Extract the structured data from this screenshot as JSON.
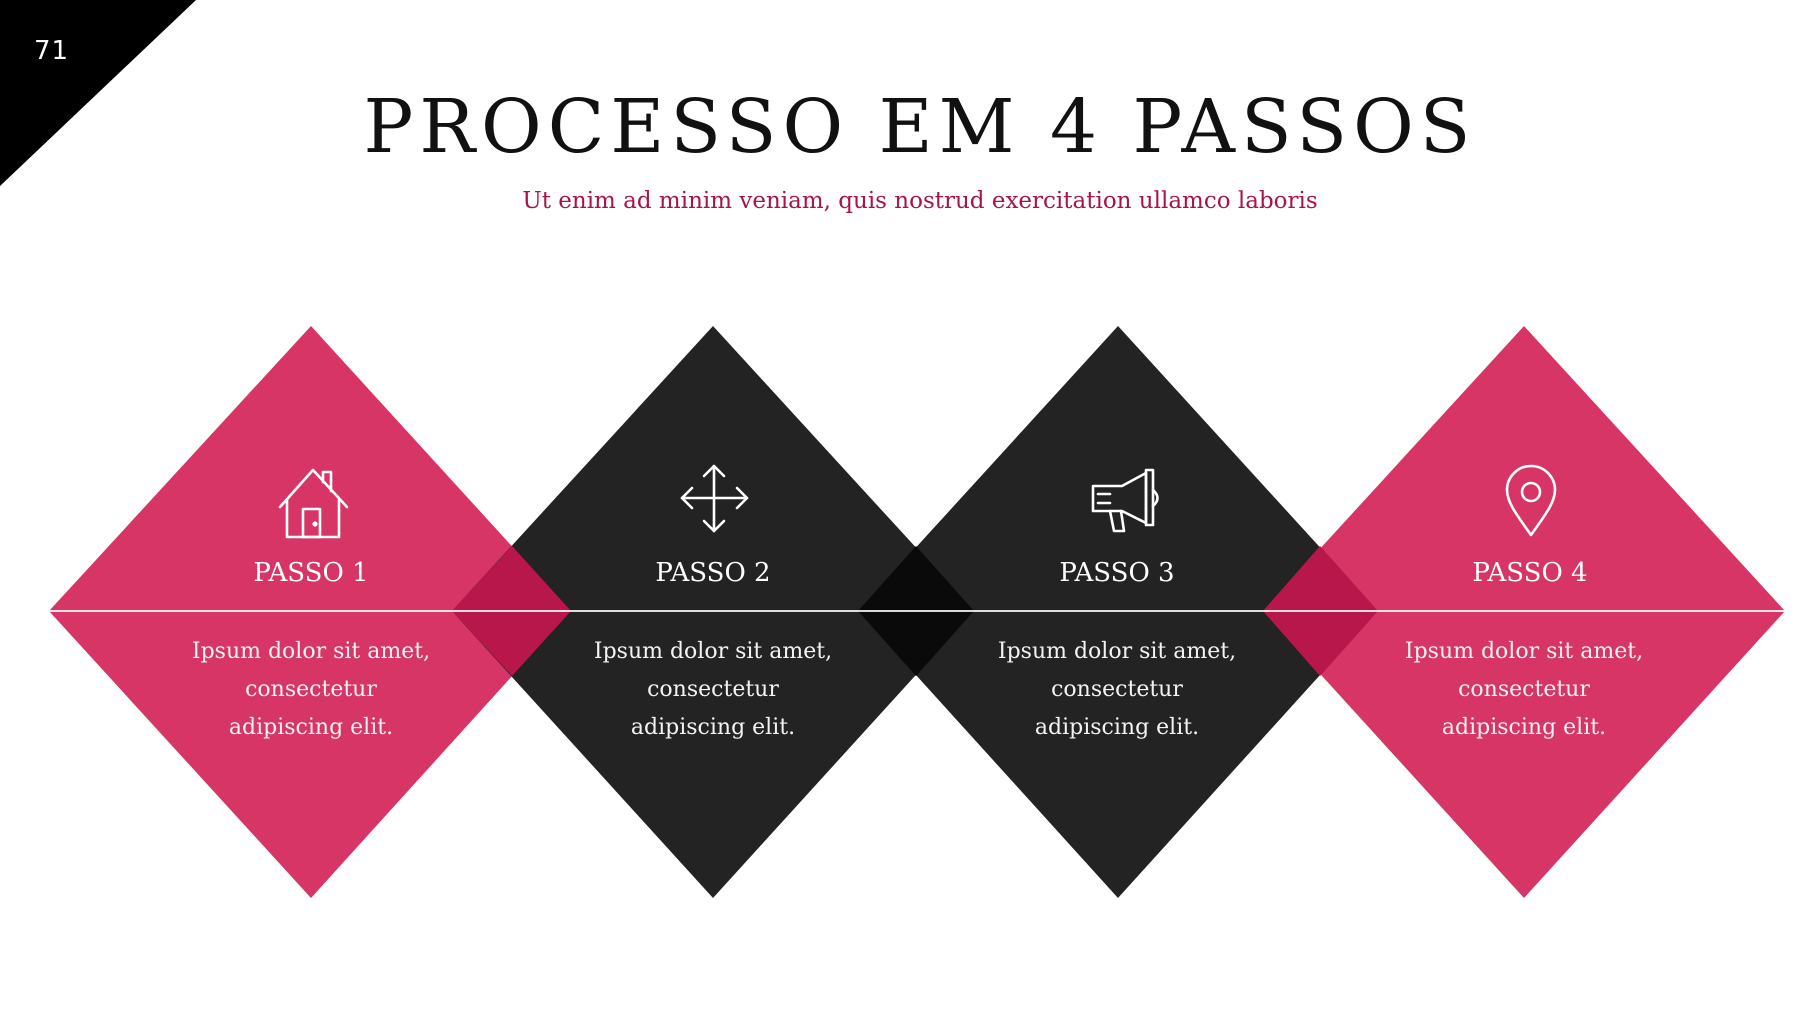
{
  "slide": {
    "page_number": "71",
    "title": "PROCESSO EM 4 PASSOS",
    "subtitle": "Ut enim ad minim veniam, quis nostrud exercitation ullamco laboris"
  },
  "colors": {
    "accent": "#d63566",
    "dark": "#232323",
    "overlap_pink": "#b8174b",
    "overlap_dark": "#0a0a0a",
    "subtitle": "#a8134a"
  },
  "steps": [
    {
      "label": "PASSO 1",
      "text": "Ipsum dolor sit amet, consectetur adipiscing elit.",
      "icon": "house-icon",
      "color": "#d63566"
    },
    {
      "label": "PASSO 2",
      "text": "Ipsum dolor sit amet, consectetur adipiscing elit.",
      "icon": "move-arrows-icon",
      "color": "#232323"
    },
    {
      "label": "PASSO 3",
      "text": "Ipsum dolor sit amet, consectetur adipiscing elit.",
      "icon": "megaphone-icon",
      "color": "#232323"
    },
    {
      "label": "PASSO 4",
      "text": "Ipsum dolor sit amet, consectetur adipiscing elit.",
      "icon": "location-pin-icon",
      "color": "#d63566"
    }
  ]
}
